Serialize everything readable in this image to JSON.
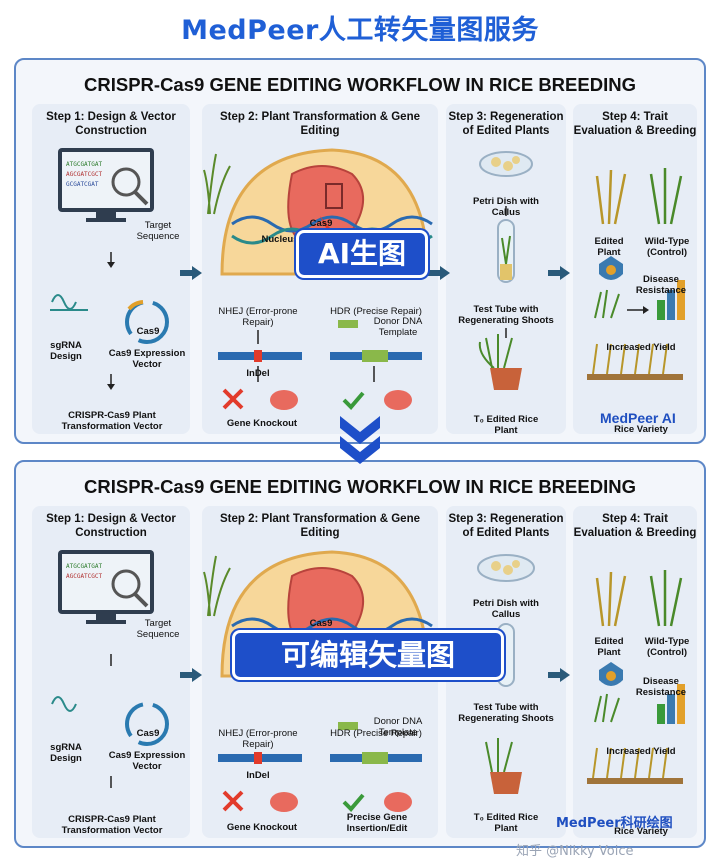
{
  "top_title": "MedPeer人工转矢量图服务",
  "panel_title": "CRISPR-Cas9 GENE EDITING WORKFLOW IN RICE BREEDING",
  "steps": {
    "s1": {
      "title": "Step 1: Design & Vector Construction",
      "target": "Target Sequence",
      "sgrna": "sgRNA Design",
      "cas9": "Cas9",
      "expr": "Cas9 Expression Vector",
      "vector": "CRISPR-Cas9 Plant Transformation Vector"
    },
    "s2": {
      "title": "Step 2: Plant Transformation & Gene Editing",
      "nucleus": "Nucleus",
      "cas9": "Cas9",
      "nhej": "NHEJ (Error-prone Repair)",
      "hdr": "HDR (Precise Repair)",
      "donor": "Donor DNA Template",
      "indel": "InDel",
      "knockout": "Gene Knockout",
      "insertion": "Precise Gene Insertion/Edit"
    },
    "s3": {
      "title": "Step 3: Regeneration of Edited Plants",
      "petri": "Petri Dish with Callus",
      "tube": "Test Tube with Regenerating Shoots",
      "t0": "T₀ Edited Rice Plant"
    },
    "s4": {
      "title": "Step 4: Trait Evaluation & Breeding",
      "edited": "Edited Plant",
      "wild": "Wild-Type (Control)",
      "disease": "Disease Resistance",
      "yield": "Increased Yield",
      "variety": "Rice Variety"
    }
  },
  "overlays": {
    "ai": "AI生图",
    "vector": "可编辑矢量图"
  },
  "watermarks": {
    "wm1": "MedPeer AI",
    "wm2": "MedPeer科研绘图",
    "wm3": "知乎 @Nikky Voice"
  },
  "colors": {
    "accent": "#1e4fc9",
    "title": "#1f5fd6",
    "panel_border": "#5d87c7",
    "step_bg": "#e7edf6"
  }
}
